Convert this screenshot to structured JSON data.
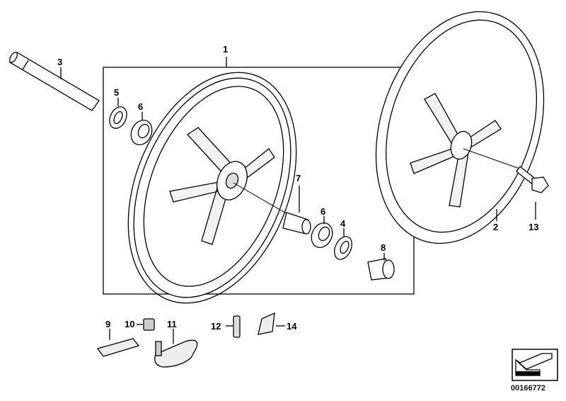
{
  "diagram": {
    "title": "Front and rear wheel parts",
    "callouts": [
      {
        "id": "1",
        "label": "1"
      },
      {
        "id": "2",
        "label": "2"
      },
      {
        "id": "3",
        "label": "3"
      },
      {
        "id": "4",
        "label": "4"
      },
      {
        "id": "5",
        "label": "5"
      },
      {
        "id": "6a",
        "label": "6"
      },
      {
        "id": "6b",
        "label": "6"
      },
      {
        "id": "7",
        "label": "7"
      },
      {
        "id": "8",
        "label": "8"
      },
      {
        "id": "9",
        "label": "9"
      },
      {
        "id": "10",
        "label": "10"
      },
      {
        "id": "11",
        "label": "11"
      },
      {
        "id": "12",
        "label": "12"
      },
      {
        "id": "13",
        "label": "13"
      },
      {
        "id": "14",
        "label": "14"
      }
    ],
    "diagram_number": "00166772"
  }
}
